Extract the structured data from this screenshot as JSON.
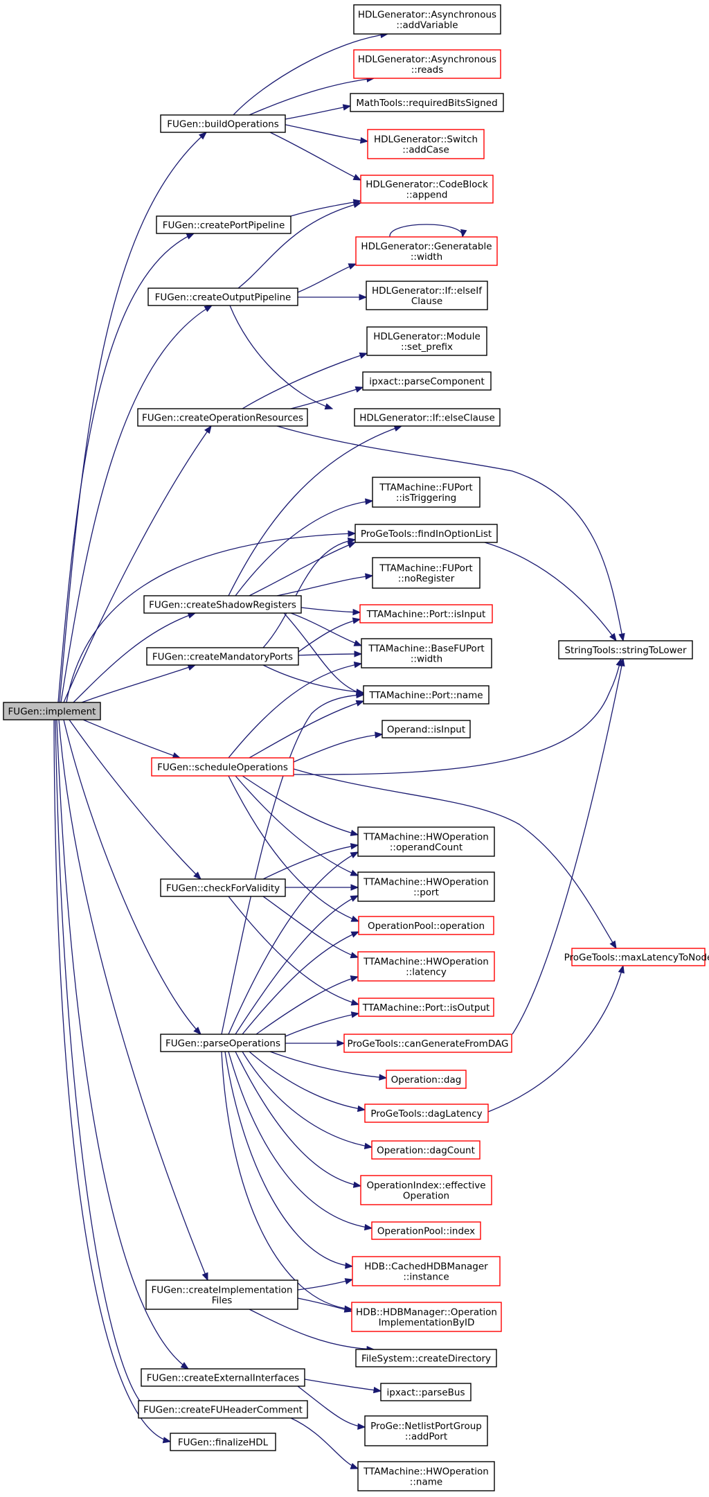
{
  "colors": {
    "edge": "#191970",
    "box_default": "#000000",
    "box_incomplete": "#ff0000",
    "box_root_fill": "#bfbfbf",
    "box_fill": "#ffffff"
  },
  "nodes": [
    {
      "id": "implement",
      "lines": [
        "FUGen::implement"
      ],
      "style": "root"
    },
    {
      "id": "buildOperations",
      "lines": [
        "FUGen::buildOperations"
      ],
      "style": "default"
    },
    {
      "id": "createPortPipeline",
      "lines": [
        "FUGen::createPortPipeline"
      ],
      "style": "default"
    },
    {
      "id": "createOutputPipeline",
      "lines": [
        "FUGen::createOutputPipeline"
      ],
      "style": "default"
    },
    {
      "id": "createOperationResources",
      "lines": [
        "FUGen::createOperationResources"
      ],
      "style": "default"
    },
    {
      "id": "createShadowRegisters",
      "lines": [
        "FUGen::createShadowRegisters"
      ],
      "style": "default"
    },
    {
      "id": "createMandatoryPorts",
      "lines": [
        "FUGen::createMandatoryPorts"
      ],
      "style": "default"
    },
    {
      "id": "scheduleOperations",
      "lines": [
        "FUGen::scheduleOperations"
      ],
      "style": "incomplete"
    },
    {
      "id": "checkForValidity",
      "lines": [
        "FUGen::checkForValidity"
      ],
      "style": "default"
    },
    {
      "id": "parseOperations",
      "lines": [
        "FUGen::parseOperations"
      ],
      "style": "default"
    },
    {
      "id": "createImplementationFiles",
      "lines": [
        "FUGen::createImplementation",
        "Files"
      ],
      "style": "default"
    },
    {
      "id": "createExternalInterfaces",
      "lines": [
        "FUGen::createExternalInterfaces"
      ],
      "style": "default"
    },
    {
      "id": "createFUHeaderComment",
      "lines": [
        "FUGen::createFUHeaderComment"
      ],
      "style": "default"
    },
    {
      "id": "finalizeHDL",
      "lines": [
        "FUGen::finalizeHDL"
      ],
      "style": "default"
    },
    {
      "id": "addVariable",
      "lines": [
        "HDLGenerator::Asynchronous",
        "::addVariable"
      ],
      "style": "default"
    },
    {
      "id": "reads",
      "lines": [
        "HDLGenerator::Asynchronous",
        "::reads"
      ],
      "style": "incomplete"
    },
    {
      "id": "requiredBitsSigned",
      "lines": [
        "MathTools::requiredBitsSigned"
      ],
      "style": "default"
    },
    {
      "id": "addCase",
      "lines": [
        "HDLGenerator::Switch",
        "::addCase"
      ],
      "style": "incomplete"
    },
    {
      "id": "append",
      "lines": [
        "HDLGenerator::CodeBlock",
        "::append"
      ],
      "style": "incomplete"
    },
    {
      "id": "genWidth",
      "lines": [
        "HDLGenerator::Generatable",
        "::width"
      ],
      "style": "incomplete"
    },
    {
      "id": "elseIfClause",
      "lines": [
        "HDLGenerator::If::elseIf",
        "Clause"
      ],
      "style": "default"
    },
    {
      "id": "setPrefix",
      "lines": [
        "HDLGenerator::Module",
        "::set_prefix"
      ],
      "style": "default"
    },
    {
      "id": "parseComponent",
      "lines": [
        "ipxact::parseComponent"
      ],
      "style": "default"
    },
    {
      "id": "elseClause",
      "lines": [
        "HDLGenerator::If::elseClause"
      ],
      "style": "default"
    },
    {
      "id": "isTriggering",
      "lines": [
        "TTAMachine::FUPort",
        "::isTriggering"
      ],
      "style": "default"
    },
    {
      "id": "findInOptionList",
      "lines": [
        "ProGeTools::findInOptionList"
      ],
      "style": "default"
    },
    {
      "id": "noRegister",
      "lines": [
        "TTAMachine::FUPort",
        "::noRegister"
      ],
      "style": "default"
    },
    {
      "id": "isInputPort",
      "lines": [
        "TTAMachine::Port::isInput"
      ],
      "style": "incomplete"
    },
    {
      "id": "baseWidth",
      "lines": [
        "TTAMachine::BaseFUPort",
        "::width"
      ],
      "style": "default"
    },
    {
      "id": "portName",
      "lines": [
        "TTAMachine::Port::name"
      ],
      "style": "default"
    },
    {
      "id": "operandIsInput",
      "lines": [
        "Operand::isInput"
      ],
      "style": "default"
    },
    {
      "id": "operandCount",
      "lines": [
        "TTAMachine::HWOperation",
        "::operandCount"
      ],
      "style": "default"
    },
    {
      "id": "hwPort",
      "lines": [
        "TTAMachine::HWOperation",
        "::port"
      ],
      "style": "default"
    },
    {
      "id": "poolOperation",
      "lines": [
        "OperationPool::operation"
      ],
      "style": "incomplete"
    },
    {
      "id": "latency",
      "lines": [
        "TTAMachine::HWOperation",
        "::latency"
      ],
      "style": "incomplete"
    },
    {
      "id": "isOutput",
      "lines": [
        "TTAMachine::Port::isOutput"
      ],
      "style": "incomplete"
    },
    {
      "id": "canGenerate",
      "lines": [
        "ProGeTools::canGenerateFromDAG"
      ],
      "style": "incomplete"
    },
    {
      "id": "dag",
      "lines": [
        "Operation::dag"
      ],
      "style": "incomplete"
    },
    {
      "id": "dagLatency",
      "lines": [
        "ProGeTools::dagLatency"
      ],
      "style": "incomplete"
    },
    {
      "id": "dagCount",
      "lines": [
        "Operation::dagCount"
      ],
      "style": "incomplete"
    },
    {
      "id": "effective",
      "lines": [
        "OperationIndex::effective",
        "Operation"
      ],
      "style": "incomplete"
    },
    {
      "id": "poolIndex",
      "lines": [
        "OperationPool::index"
      ],
      "style": "incomplete"
    },
    {
      "id": "cachedInstance",
      "lines": [
        "HDB::CachedHDBManager",
        "::instance"
      ],
      "style": "incomplete"
    },
    {
      "id": "opImplById",
      "lines": [
        "HDB::HDBManager::Operation",
        "ImplementationByID"
      ],
      "style": "incomplete"
    },
    {
      "id": "createDirectory",
      "lines": [
        "FileSystem::createDirectory"
      ],
      "style": "default"
    },
    {
      "id": "parseBus",
      "lines": [
        "ipxact::parseBus"
      ],
      "style": "default"
    },
    {
      "id": "addPort",
      "lines": [
        "ProGe::NetlistPortGroup",
        "::addPort"
      ],
      "style": "default"
    },
    {
      "id": "hwName",
      "lines": [
        "TTAMachine::HWOperation",
        "::name"
      ],
      "style": "default"
    },
    {
      "id": "stringToLower",
      "lines": [
        "StringTools::stringToLower"
      ],
      "style": "default"
    },
    {
      "id": "maxLatency",
      "lines": [
        "ProGeTools::maxLatencyToNode"
      ],
      "style": "incomplete"
    }
  ],
  "edges": [
    [
      "implement",
      "buildOperations"
    ],
    [
      "implement",
      "createPortPipeline"
    ],
    [
      "implement",
      "createOutputPipeline"
    ],
    [
      "implement",
      "createOperationResources"
    ],
    [
      "implement",
      "findInOptionList"
    ],
    [
      "implement",
      "createShadowRegisters"
    ],
    [
      "implement",
      "createMandatoryPorts"
    ],
    [
      "implement",
      "scheduleOperations"
    ],
    [
      "implement",
      "checkForValidity"
    ],
    [
      "implement",
      "parseOperations"
    ],
    [
      "implement",
      "createImplementationFiles"
    ],
    [
      "implement",
      "createExternalInterfaces"
    ],
    [
      "implement",
      "createFUHeaderComment"
    ],
    [
      "implement",
      "finalizeHDL"
    ],
    [
      "buildOperations",
      "addVariable"
    ],
    [
      "buildOperations",
      "reads"
    ],
    [
      "buildOperations",
      "requiredBitsSigned"
    ],
    [
      "buildOperations",
      "addCase"
    ],
    [
      "buildOperations",
      "append"
    ],
    [
      "createPortPipeline",
      "append"
    ],
    [
      "createOutputPipeline",
      "append"
    ],
    [
      "createOutputPipeline",
      "genWidth"
    ],
    [
      "createOutputPipeline",
      "elseIfClause"
    ],
    [
      "createOutputPipeline",
      "elseClause"
    ],
    [
      "genWidth",
      "genWidth"
    ],
    [
      "createOperationResources",
      "setPrefix"
    ],
    [
      "createOperationResources",
      "parseComponent"
    ],
    [
      "createOperationResources",
      "stringToLower"
    ],
    [
      "createShadowRegisters",
      "elseClause"
    ],
    [
      "createShadowRegisters",
      "isTriggering"
    ],
    [
      "createShadowRegisters",
      "findInOptionList"
    ],
    [
      "createShadowRegisters",
      "noRegister"
    ],
    [
      "createShadowRegisters",
      "isInputPort"
    ],
    [
      "createShadowRegisters",
      "baseWidth"
    ],
    [
      "createShadowRegisters",
      "portName"
    ],
    [
      "createMandatoryPorts",
      "findInOptionList"
    ],
    [
      "createMandatoryPorts",
      "isInputPort"
    ],
    [
      "createMandatoryPorts",
      "baseWidth"
    ],
    [
      "createMandatoryPorts",
      "portName"
    ],
    [
      "findInOptionList",
      "stringToLower"
    ],
    [
      "scheduleOperations",
      "baseWidth"
    ],
    [
      "scheduleOperations",
      "portName"
    ],
    [
      "scheduleOperations",
      "operandIsInput"
    ],
    [
      "scheduleOperations",
      "stringToLower"
    ],
    [
      "scheduleOperations",
      "operandCount"
    ],
    [
      "scheduleOperations",
      "hwPort"
    ],
    [
      "scheduleOperations",
      "poolOperation"
    ],
    [
      "scheduleOperations",
      "maxLatency"
    ],
    [
      "checkForValidity",
      "operandCount"
    ],
    [
      "checkForValidity",
      "hwPort"
    ],
    [
      "checkForValidity",
      "latency"
    ],
    [
      "checkForValidity",
      "isOutput"
    ],
    [
      "parseOperations",
      "portName"
    ],
    [
      "parseOperations",
      "operandCount"
    ],
    [
      "parseOperations",
      "hwPort"
    ],
    [
      "parseOperations",
      "poolOperation"
    ],
    [
      "parseOperations",
      "latency"
    ],
    [
      "parseOperations",
      "isOutput"
    ],
    [
      "parseOperations",
      "canGenerate"
    ],
    [
      "parseOperations",
      "dag"
    ],
    [
      "parseOperations",
      "dagLatency"
    ],
    [
      "parseOperations",
      "dagCount"
    ],
    [
      "parseOperations",
      "effective"
    ],
    [
      "parseOperations",
      "poolIndex"
    ],
    [
      "parseOperations",
      "cachedInstance"
    ],
    [
      "parseOperations",
      "opImplById"
    ],
    [
      "canGenerate",
      "stringToLower"
    ],
    [
      "dagLatency",
      "maxLatency"
    ],
    [
      "createImplementationFiles",
      "cachedInstance"
    ],
    [
      "createImplementationFiles",
      "opImplById"
    ],
    [
      "createImplementationFiles",
      "createDirectory"
    ],
    [
      "createExternalInterfaces",
      "parseBus"
    ],
    [
      "createExternalInterfaces",
      "addPort"
    ],
    [
      "createFUHeaderComment",
      "hwName"
    ]
  ]
}
